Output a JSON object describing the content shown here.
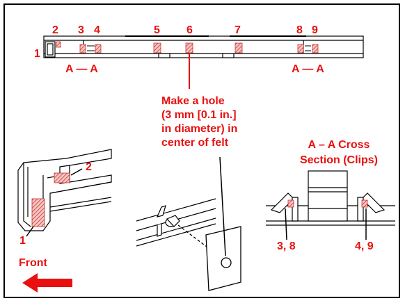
{
  "top_view": {
    "labels": [
      "1",
      "2",
      "3",
      "4",
      "5",
      "6",
      "7",
      "8",
      "9"
    ],
    "section_left": "A — A",
    "section_right": "A — A"
  },
  "callout_note": "Make a hole\n(3 mm [0.1 in.]\nin diameter) in\ncenter of felt",
  "cross_section": {
    "title": "A – A Cross\nSection (Clips)",
    "left_label": "3, 8",
    "right_label": "4, 9"
  },
  "detail_left": {
    "label_felt_1": "1",
    "label_felt_2": "2"
  },
  "front_label": "Front",
  "colors": {
    "accent": "#e8110f",
    "hatch": "#c9302c",
    "line": "#000000"
  }
}
